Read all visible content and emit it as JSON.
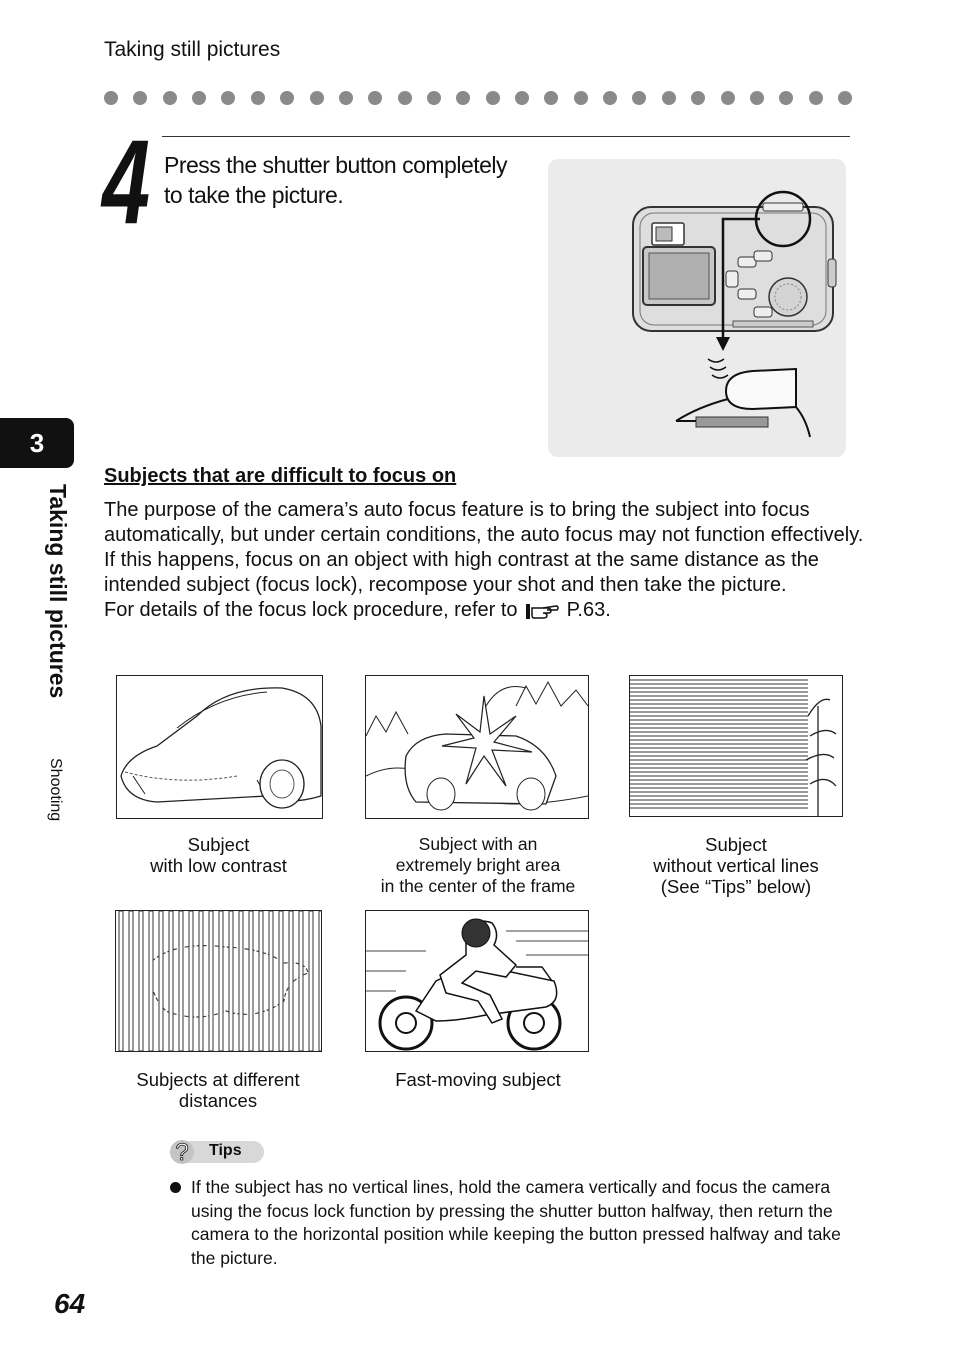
{
  "header": {
    "running_title": "Taking still pictures"
  },
  "step": {
    "number": "4",
    "text_line1": "Press the shutter button completely",
    "text_line2": "to take the picture."
  },
  "sidebar": {
    "chapter_number": "3",
    "chapter_title": "Taking still pictures",
    "chapter_subtitle": "Shooting"
  },
  "section": {
    "heading": "Subjects that are difficult to focus on",
    "paragraph": "The purpose of the camera’s auto focus feature is to bring the subject into focus automatically, but under certain conditions, the auto focus may not function effectively. If this happens, focus on an object with high contrast at the same distance as the intended subject (focus lock), recompose your shot and then take the picture.",
    "ref_prefix": "For details of the focus lock procedure, refer to",
    "ref_page": "P.63."
  },
  "examples": [
    {
      "caption_l1": "Subject",
      "caption_l2": "with low contrast",
      "caption_l3": ""
    },
    {
      "caption_l1": "Subject with an",
      "caption_l2": "extremely bright area",
      "caption_l3": "in the center of the frame"
    },
    {
      "caption_l1": "Subject",
      "caption_l2": "without vertical lines",
      "caption_l3": "(See “Tips” below)"
    },
    {
      "caption_l1": "Subjects at different",
      "caption_l2": "distances",
      "caption_l3": ""
    },
    {
      "caption_l1": "Fast-moving subject",
      "caption_l2": "",
      "caption_l3": ""
    }
  ],
  "tips": {
    "label": "Tips",
    "items": [
      "If the subject has no vertical lines, hold the camera vertically and focus the camera using the focus lock function by pressing the shutter button halfway, then return the camera to the horizontal position while keeping the button pressed halfway and take the picture."
    ]
  },
  "footer": {
    "page_number": "64"
  }
}
